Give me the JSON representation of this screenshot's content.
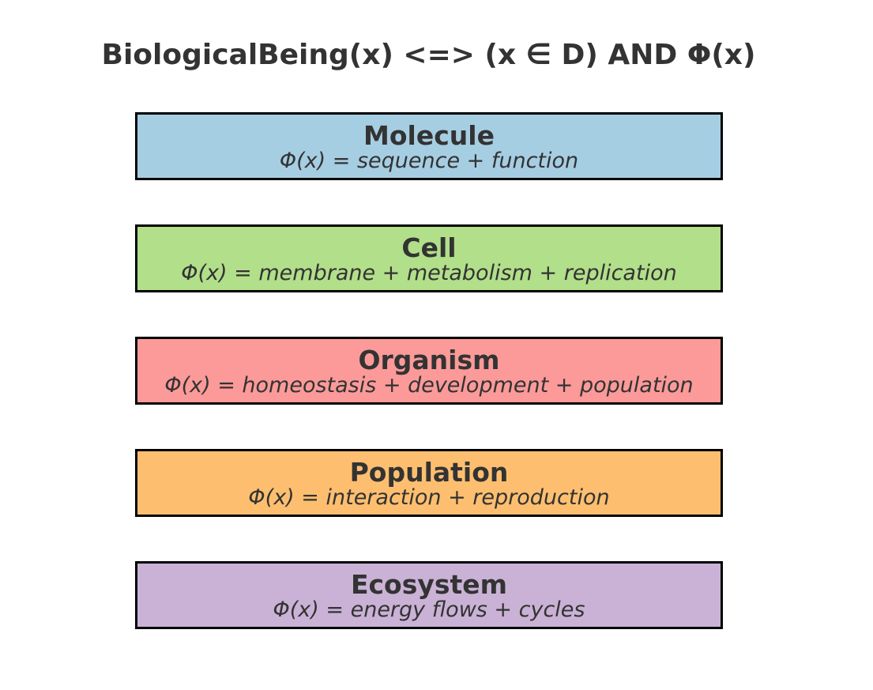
{
  "title": "BiologicalBeing(x) <=> (x ∈ D) AND Φ(x)",
  "levels": [
    {
      "name": "Molecule",
      "definition": "Φ(x) = sequence + function",
      "color": "#a6cee3"
    },
    {
      "name": "Cell",
      "definition": "Φ(x) = membrane + metabolism + replication",
      "color": "#b2df8a"
    },
    {
      "name": "Organism",
      "definition": "Φ(x) = homeostasis + development + population",
      "color": "#fb9a99"
    },
    {
      "name": "Population",
      "definition": "Φ(x) = interaction + reproduction",
      "color": "#fdbf6f"
    },
    {
      "name": "Ecosystem",
      "definition": "Φ(x) = energy flows + cycles",
      "color": "#cab2d6"
    }
  ]
}
